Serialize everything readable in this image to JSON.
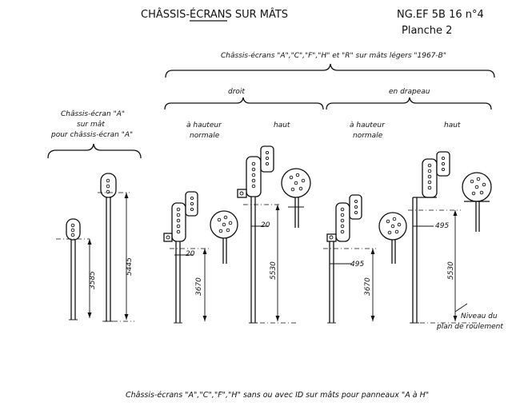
{
  "header": {
    "title": "CHÂSSIS-ÉCRANS SUR MÂTS",
    "ref": "NG.EF 5B 16 n°4",
    "sheet": "Planche 2"
  },
  "groups": {
    "main": "Châssis-écrans \"A\",\"C\",\"F\",\"H\" et \"R\" sur mâts légers \"1967-B\"",
    "straight": "droit",
    "flag": "en drapeau",
    "left_line1": "Châssis-écran \"A\"",
    "left_line2": "sur mât",
    "left_line3": "pour châssis-écran \"A\""
  },
  "columns": {
    "normal1_line1": "à hauteur",
    "normal1_line2": "normale",
    "high1": "haut",
    "normal2_line1": "à hauteur",
    "normal2_line2": "normale",
    "high2": "haut"
  },
  "dimensions": {
    "d1": "3585",
    "d2": "5445",
    "d3": "3670",
    "d4": "5530",
    "d5": "3670",
    "d6": "5530",
    "o1": "20",
    "o2": "20",
    "o3": "495",
    "o4": "495"
  },
  "ground": {
    "line1": "Niveau du",
    "line2": "plan de roulement"
  },
  "footer": {
    "caption": "Châssis-écrans \"A\",\"C\",\"F\",\"H\" sans ou avec ID sur mâts pour panneaux \"A à H\""
  }
}
